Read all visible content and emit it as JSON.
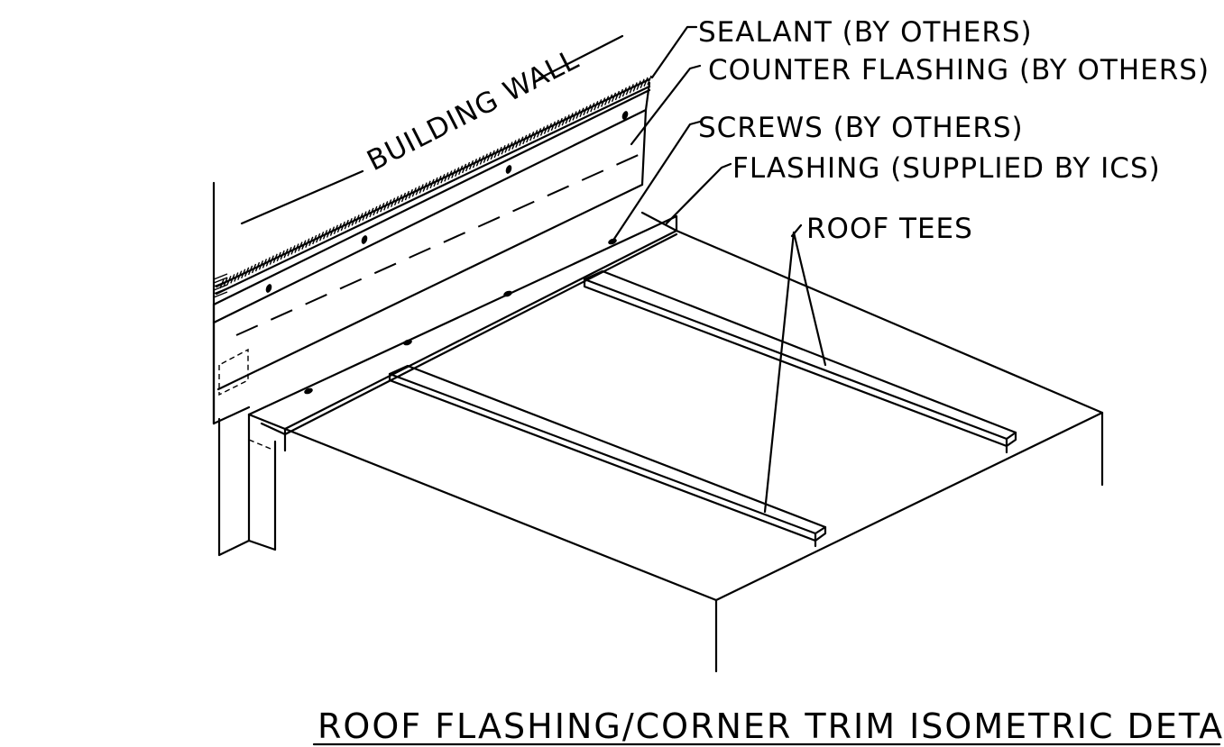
{
  "labels": {
    "sealant": "SEALANT (BY OTHERS)",
    "counter_flashing": "COUNTER FLASHING (BY OTHERS)",
    "screws": "SCREWS (BY OTHERS)",
    "flashing": "FLASHING (SUPPLIED BY ICS)",
    "roof_tees": "ROOF TEES",
    "building_wall": "BUILDING WALL"
  },
  "title": "ROOF FLASHING/CORNER TRIM ISOMETRIC DETAIL"
}
